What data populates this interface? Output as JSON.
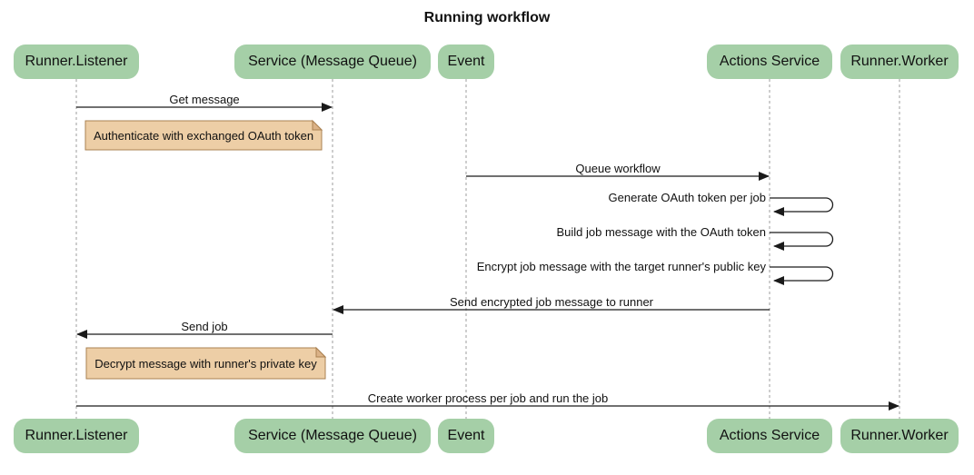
{
  "diagram_type": "sequence-diagram",
  "title": "Running workflow",
  "actors": [
    {
      "id": "runner-listener",
      "label": "Runner.Listener"
    },
    {
      "id": "service-message-queue",
      "label": "Service (Message Queue)"
    },
    {
      "id": "event",
      "label": "Event"
    },
    {
      "id": "actions-service",
      "label": "Actions Service"
    },
    {
      "id": "runner-worker",
      "label": "Runner.Worker"
    }
  ],
  "messages": [
    {
      "type": "arrow",
      "from": "Runner.Listener",
      "to": "Service (Message Queue)",
      "label": "Get message"
    },
    {
      "type": "note",
      "over": "Runner.Listener",
      "label": "Authenticate with exchanged OAuth token"
    },
    {
      "type": "arrow",
      "from": "Event",
      "to": "Actions Service",
      "label": "Queue workflow"
    },
    {
      "type": "self",
      "actor": "Actions Service",
      "label": "Generate OAuth token per job"
    },
    {
      "type": "self",
      "actor": "Actions Service",
      "label": "Build job message with the OAuth token"
    },
    {
      "type": "self",
      "actor": "Actions Service",
      "label": "Encrypt job message with the target runner's public key"
    },
    {
      "type": "arrow",
      "from": "Actions Service",
      "to": "Service (Message Queue)",
      "label": "Send encrypted job message to runner"
    },
    {
      "type": "arrow",
      "from": "Service (Message Queue)",
      "to": "Runner.Listener",
      "label": "Send job"
    },
    {
      "type": "note",
      "over": "Runner.Listener",
      "label": "Decrypt message with runner's private key"
    },
    {
      "type": "arrow",
      "from": "Runner.Listener",
      "to": "Runner.Worker",
      "label": "Create worker process per job and run the job"
    }
  ],
  "colors": {
    "background": "#ffffff",
    "actor_fill": "#A5CFA7",
    "note_fill": "#EDCEA6",
    "note_border": "#AA8152",
    "note_fold": "#DBB287",
    "message_line": "#1a1a1a",
    "lifeline": "#9e9e9e",
    "text": "#111111"
  }
}
